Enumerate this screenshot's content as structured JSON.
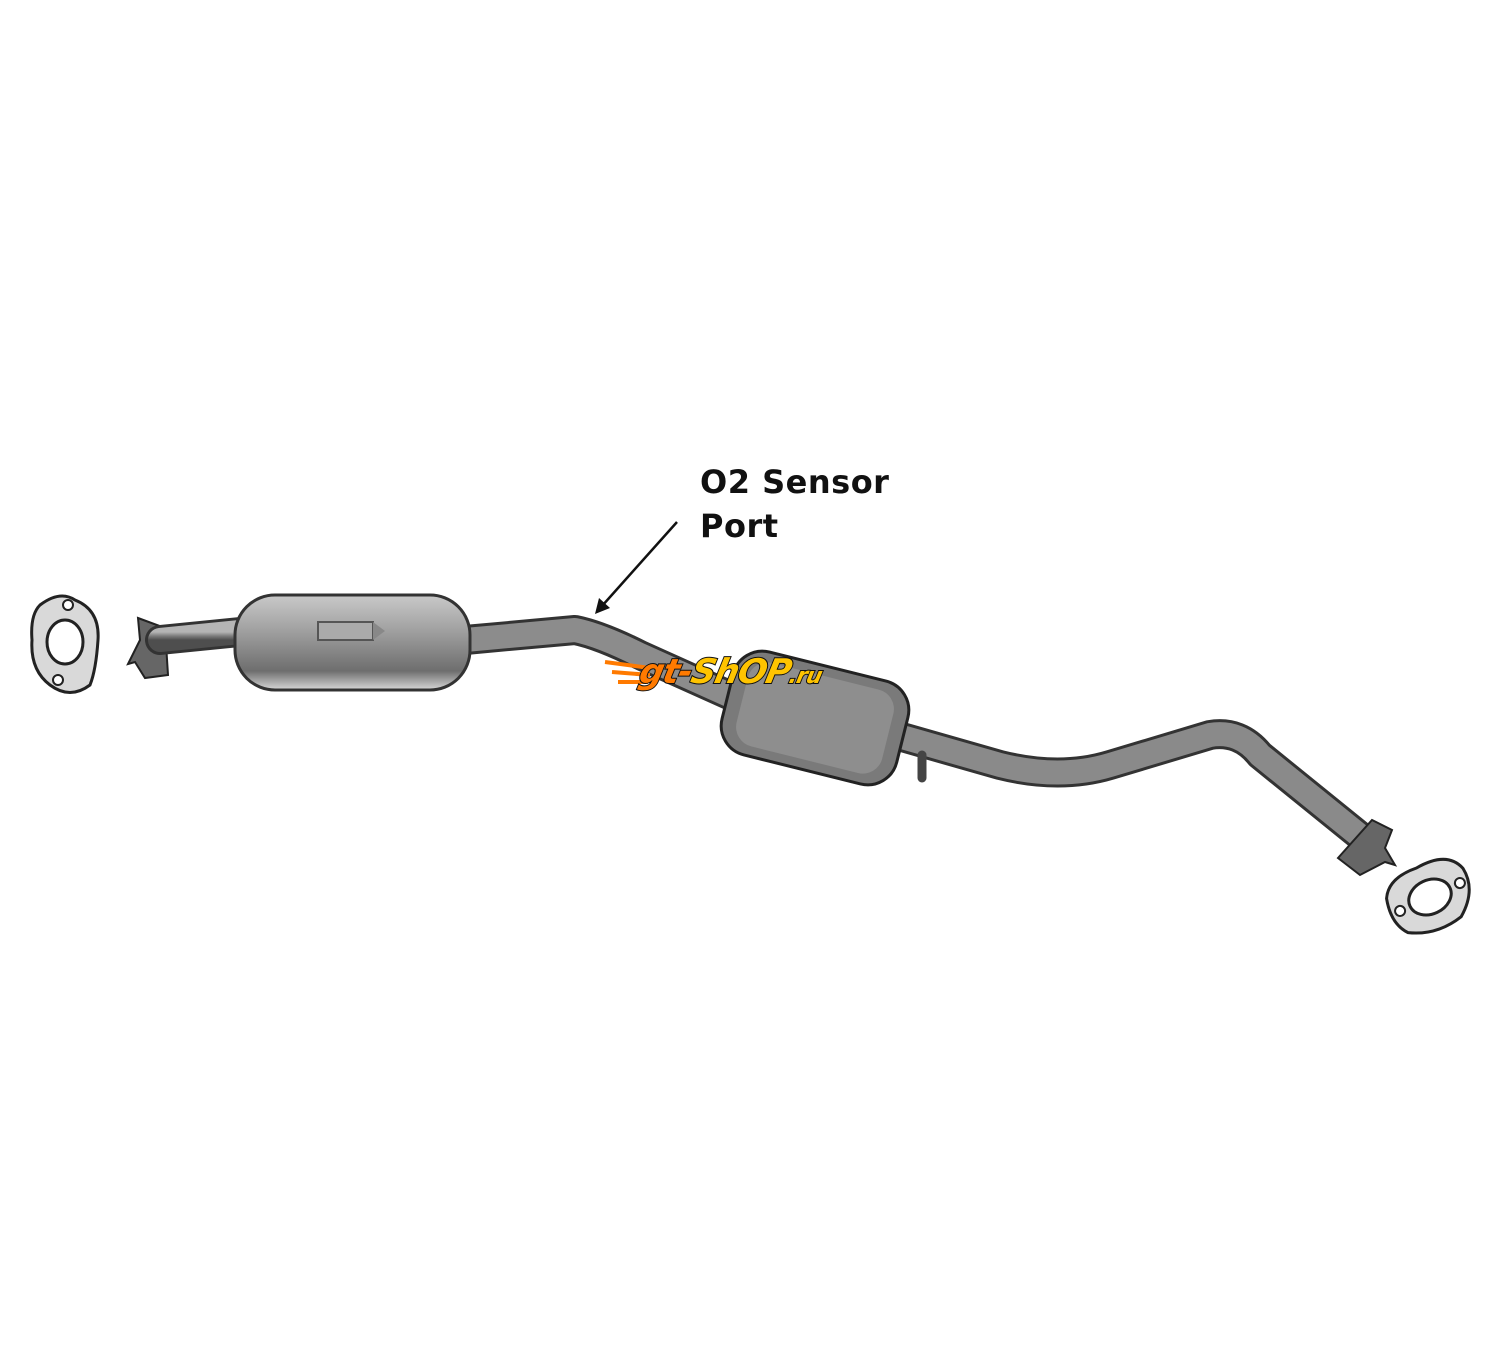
{
  "annotation": {
    "line1": "O2 Sensor",
    "line2": "Port"
  },
  "watermark": {
    "text_a": "gt-",
    "text_b": "ShOP",
    "text_c": ".ru"
  },
  "colors": {
    "pipe": "#8a8a8a",
    "pipe_dark": "#4a4a4a",
    "converter": "#9c9c9c",
    "logo_orange": "#ff7a00",
    "logo_yellow": "#ffc400"
  }
}
